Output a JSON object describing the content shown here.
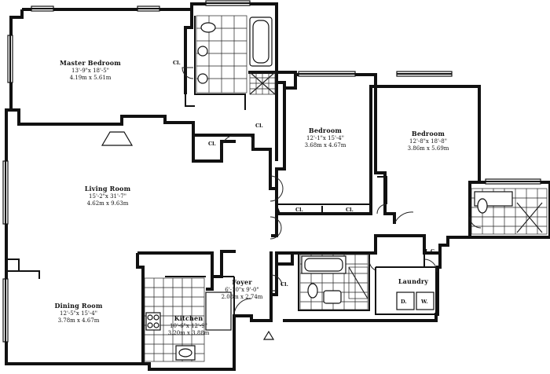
{
  "rooms": {
    "master_bedroom": {
      "name": "Master Bedroom",
      "imperial": "13'-9\"x 18'-5\"",
      "metric": "4.19m x 5.61m"
    },
    "living_room": {
      "name": "Living Room",
      "imperial": "15'-2\"x 31'-7\"",
      "metric": "4.62m x 9.63m"
    },
    "dining_room": {
      "name": "Dining Room",
      "imperial": "12'-5\"x 15'-4\"",
      "metric": "3.78m x 4.67m"
    },
    "bedroom_1": {
      "name": "Bedroom",
      "imperial": "12'-1\"x 15'-4\"",
      "metric": "3.68m x 4.67m"
    },
    "bedroom_2": {
      "name": "Bedroom",
      "imperial": "12'-8\"x 18'-8\"",
      "metric": "3.86m x 5.69m"
    },
    "foyer": {
      "name": "Foyer",
      "imperial": "6'-10\"x 9'-0\"",
      "metric": "2.08m x 2.74m"
    },
    "kitchen": {
      "name": "Kitchen",
      "imperial": "10'-6\"x 12'-9\"",
      "metric": "3.20m x 3.88m"
    },
    "laundry": {
      "name": "Laundry"
    }
  },
  "closets": {
    "master": "Cl.",
    "hall_1": "Cl.",
    "hall_2": "Cl.",
    "bedroom1_a": "Cl.",
    "bedroom1_b": "Cl.",
    "foyer": "Cl.",
    "linen": "L.C."
  },
  "appliances": {
    "dryer": "D.",
    "washer": "W."
  }
}
